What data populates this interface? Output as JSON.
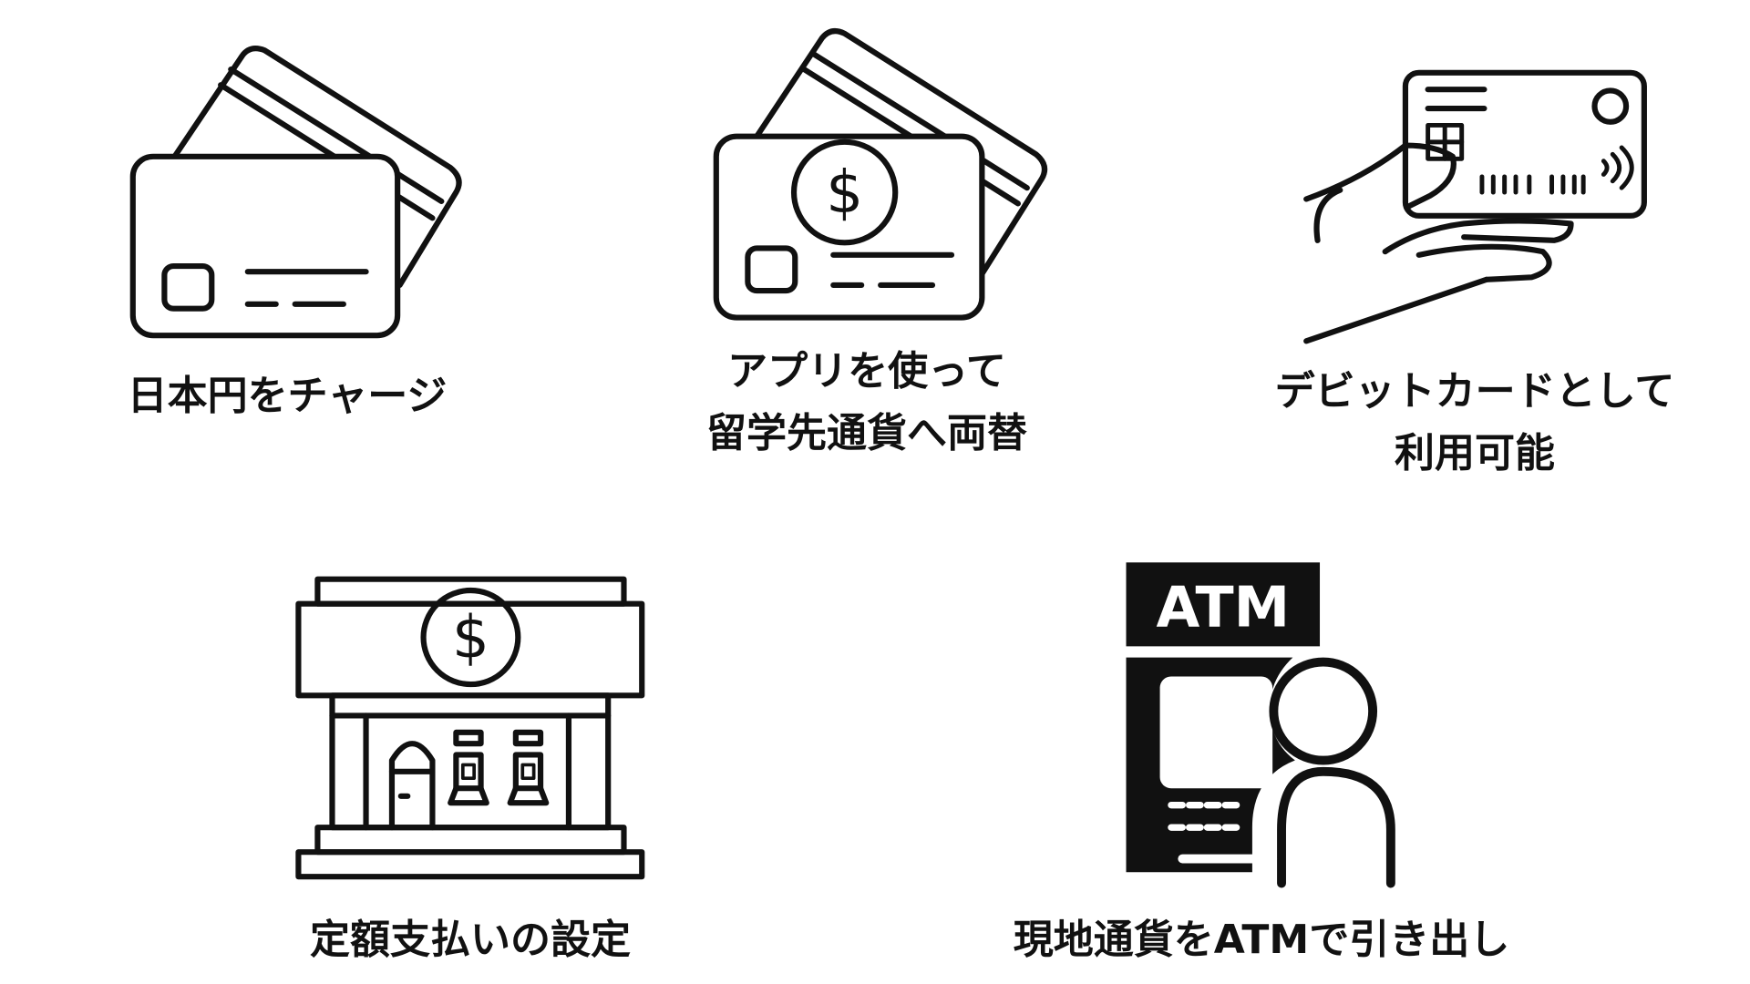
{
  "features": [
    {
      "lines": [
        "日本円をチャージ"
      ],
      "icon": "credit-cards-icon"
    },
    {
      "lines": [
        "アプリを使って",
        "留学先通貨へ両替"
      ],
      "icon": "currency-card-icon"
    },
    {
      "lines": [
        "デビットカードとして",
        "利用可能"
      ],
      "icon": "hand-holding-card-icon"
    },
    {
      "lines": [
        "定額支払いの設定"
      ],
      "icon": "bank-building-icon"
    },
    {
      "lines": [
        "現地通貨をATMで引き出し"
      ],
      "icon": "atm-icon"
    }
  ],
  "atm_sign": "ATM",
  "currency_symbol": "$"
}
